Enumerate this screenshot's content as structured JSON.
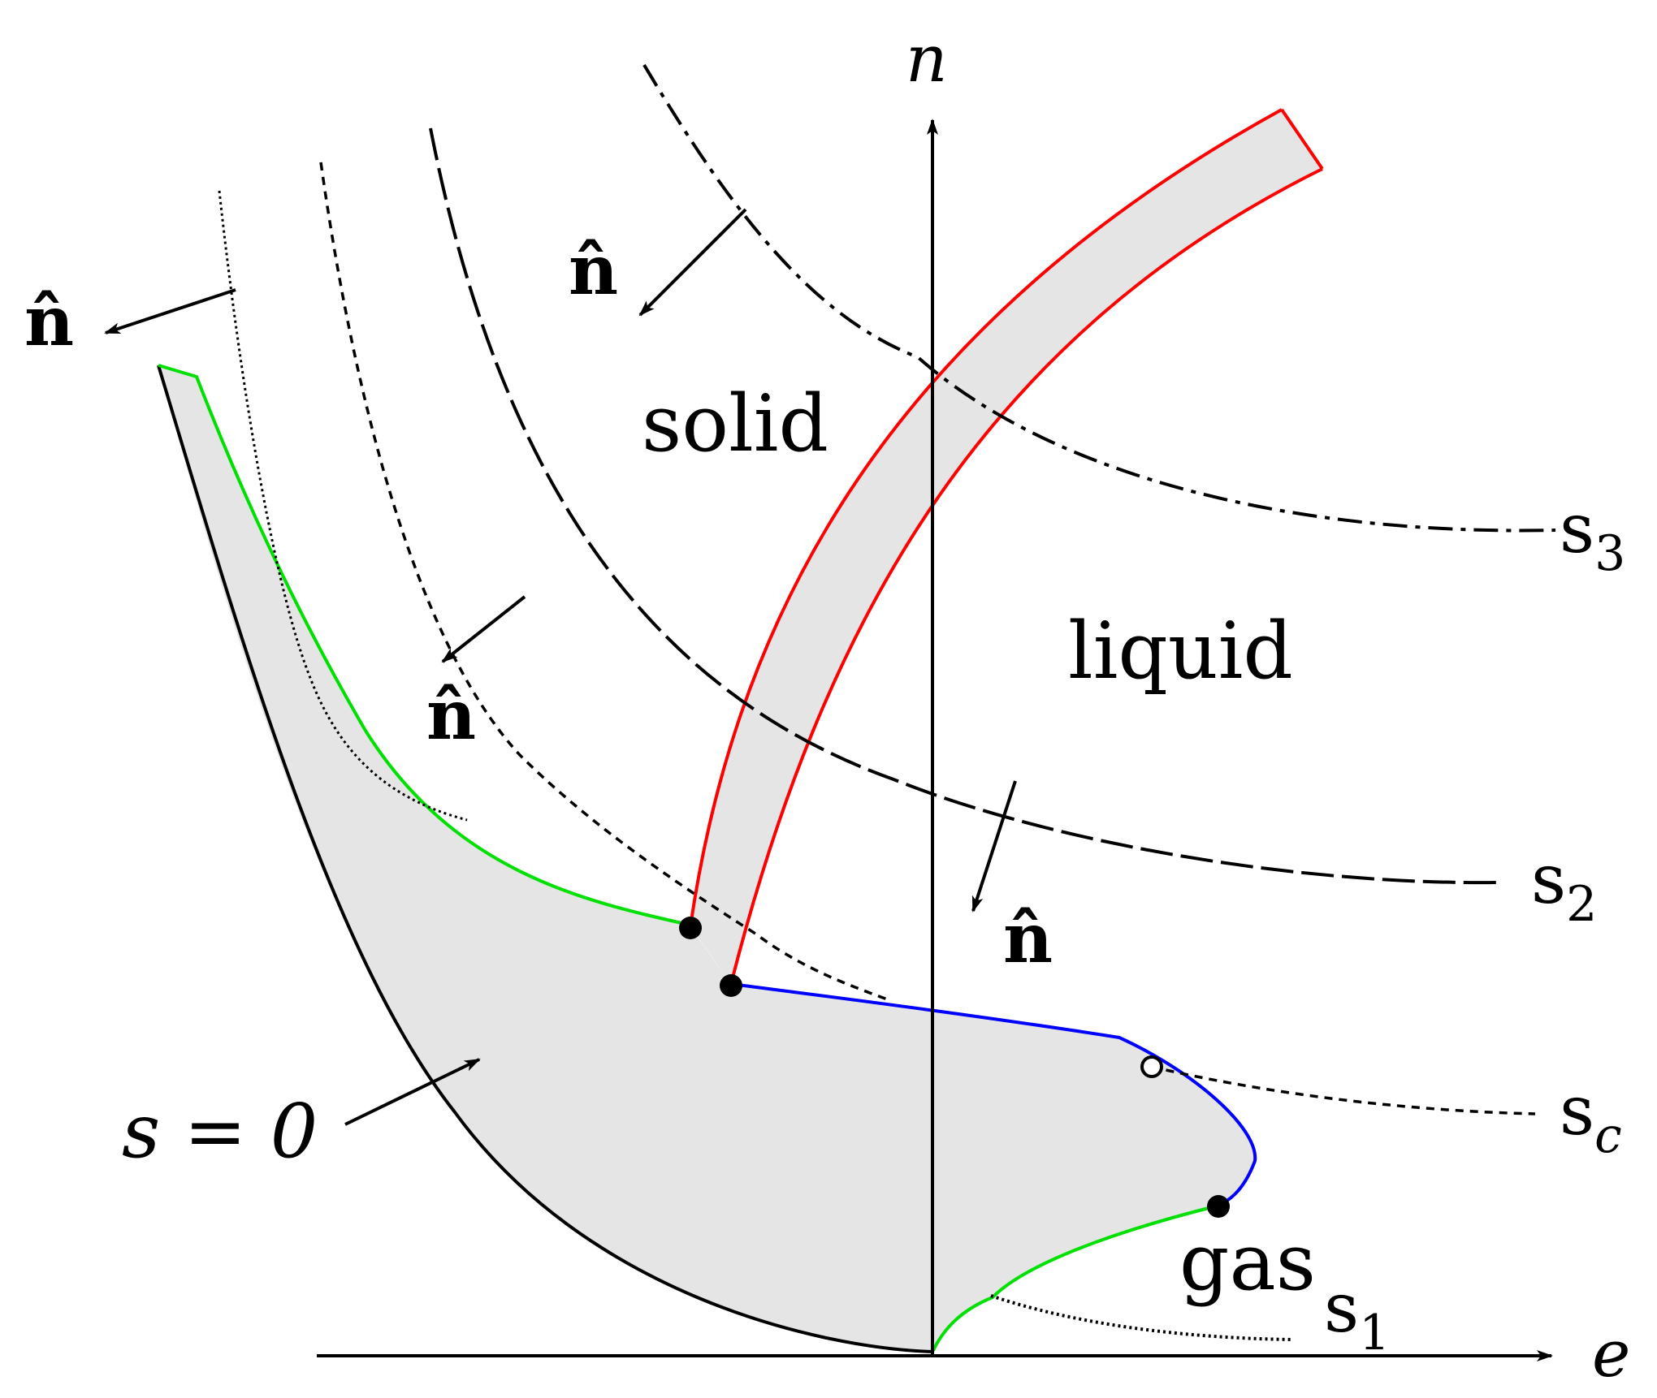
{
  "axes": {
    "vertical": "n",
    "horizontal": "e"
  },
  "regions": {
    "solid": "solid",
    "liquid": "liquid",
    "gas": "gas"
  },
  "curves": {
    "s1": {
      "base": "s",
      "sub": "1"
    },
    "s2": {
      "base": "s",
      "sub": "2"
    },
    "s3": {
      "base": "s",
      "sub": "3"
    },
    "sc": {
      "base": "s",
      "sub": "c"
    }
  },
  "normal_label": "n̂",
  "zero_label": "s = 0",
  "colors": {
    "coexistence_fill": "#e5e5e5",
    "solid_liquid_boundary": "#ff0000",
    "gas_boundary": "#00e000",
    "liquid_gas_boundary": "#0000ff",
    "ink": "#000000"
  }
}
